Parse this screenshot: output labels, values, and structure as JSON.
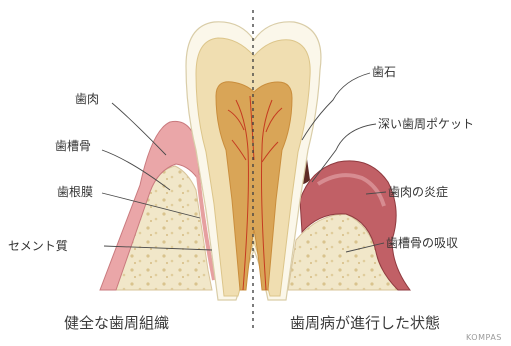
{
  "labels": {
    "gum": "歯肉",
    "alveolar_bone": "歯槽骨",
    "periodontal_ligament": "歯根膜",
    "cementum": "セメント質",
    "tartar": "歯石",
    "deep_pocket": "深い歯周ポケット",
    "gum_inflammation": "歯肉の炎症",
    "bone_resorption": "歯槽骨の吸収"
  },
  "captions": {
    "healthy": "健全な歯周組織",
    "diseased": "歯周病が進行した状態"
  },
  "watermark": "KOMPAS",
  "colors": {
    "gum": "#e9a9aa",
    "gum_inflamed": "#b95458",
    "bone": "#efe4c6",
    "enamel": "#fbf8ef",
    "dentin": "#f0dfb4",
    "pulp": "#d7a254",
    "nerve": "#c8381e",
    "tartar": "#5b2a24",
    "divider": "#444444"
  }
}
